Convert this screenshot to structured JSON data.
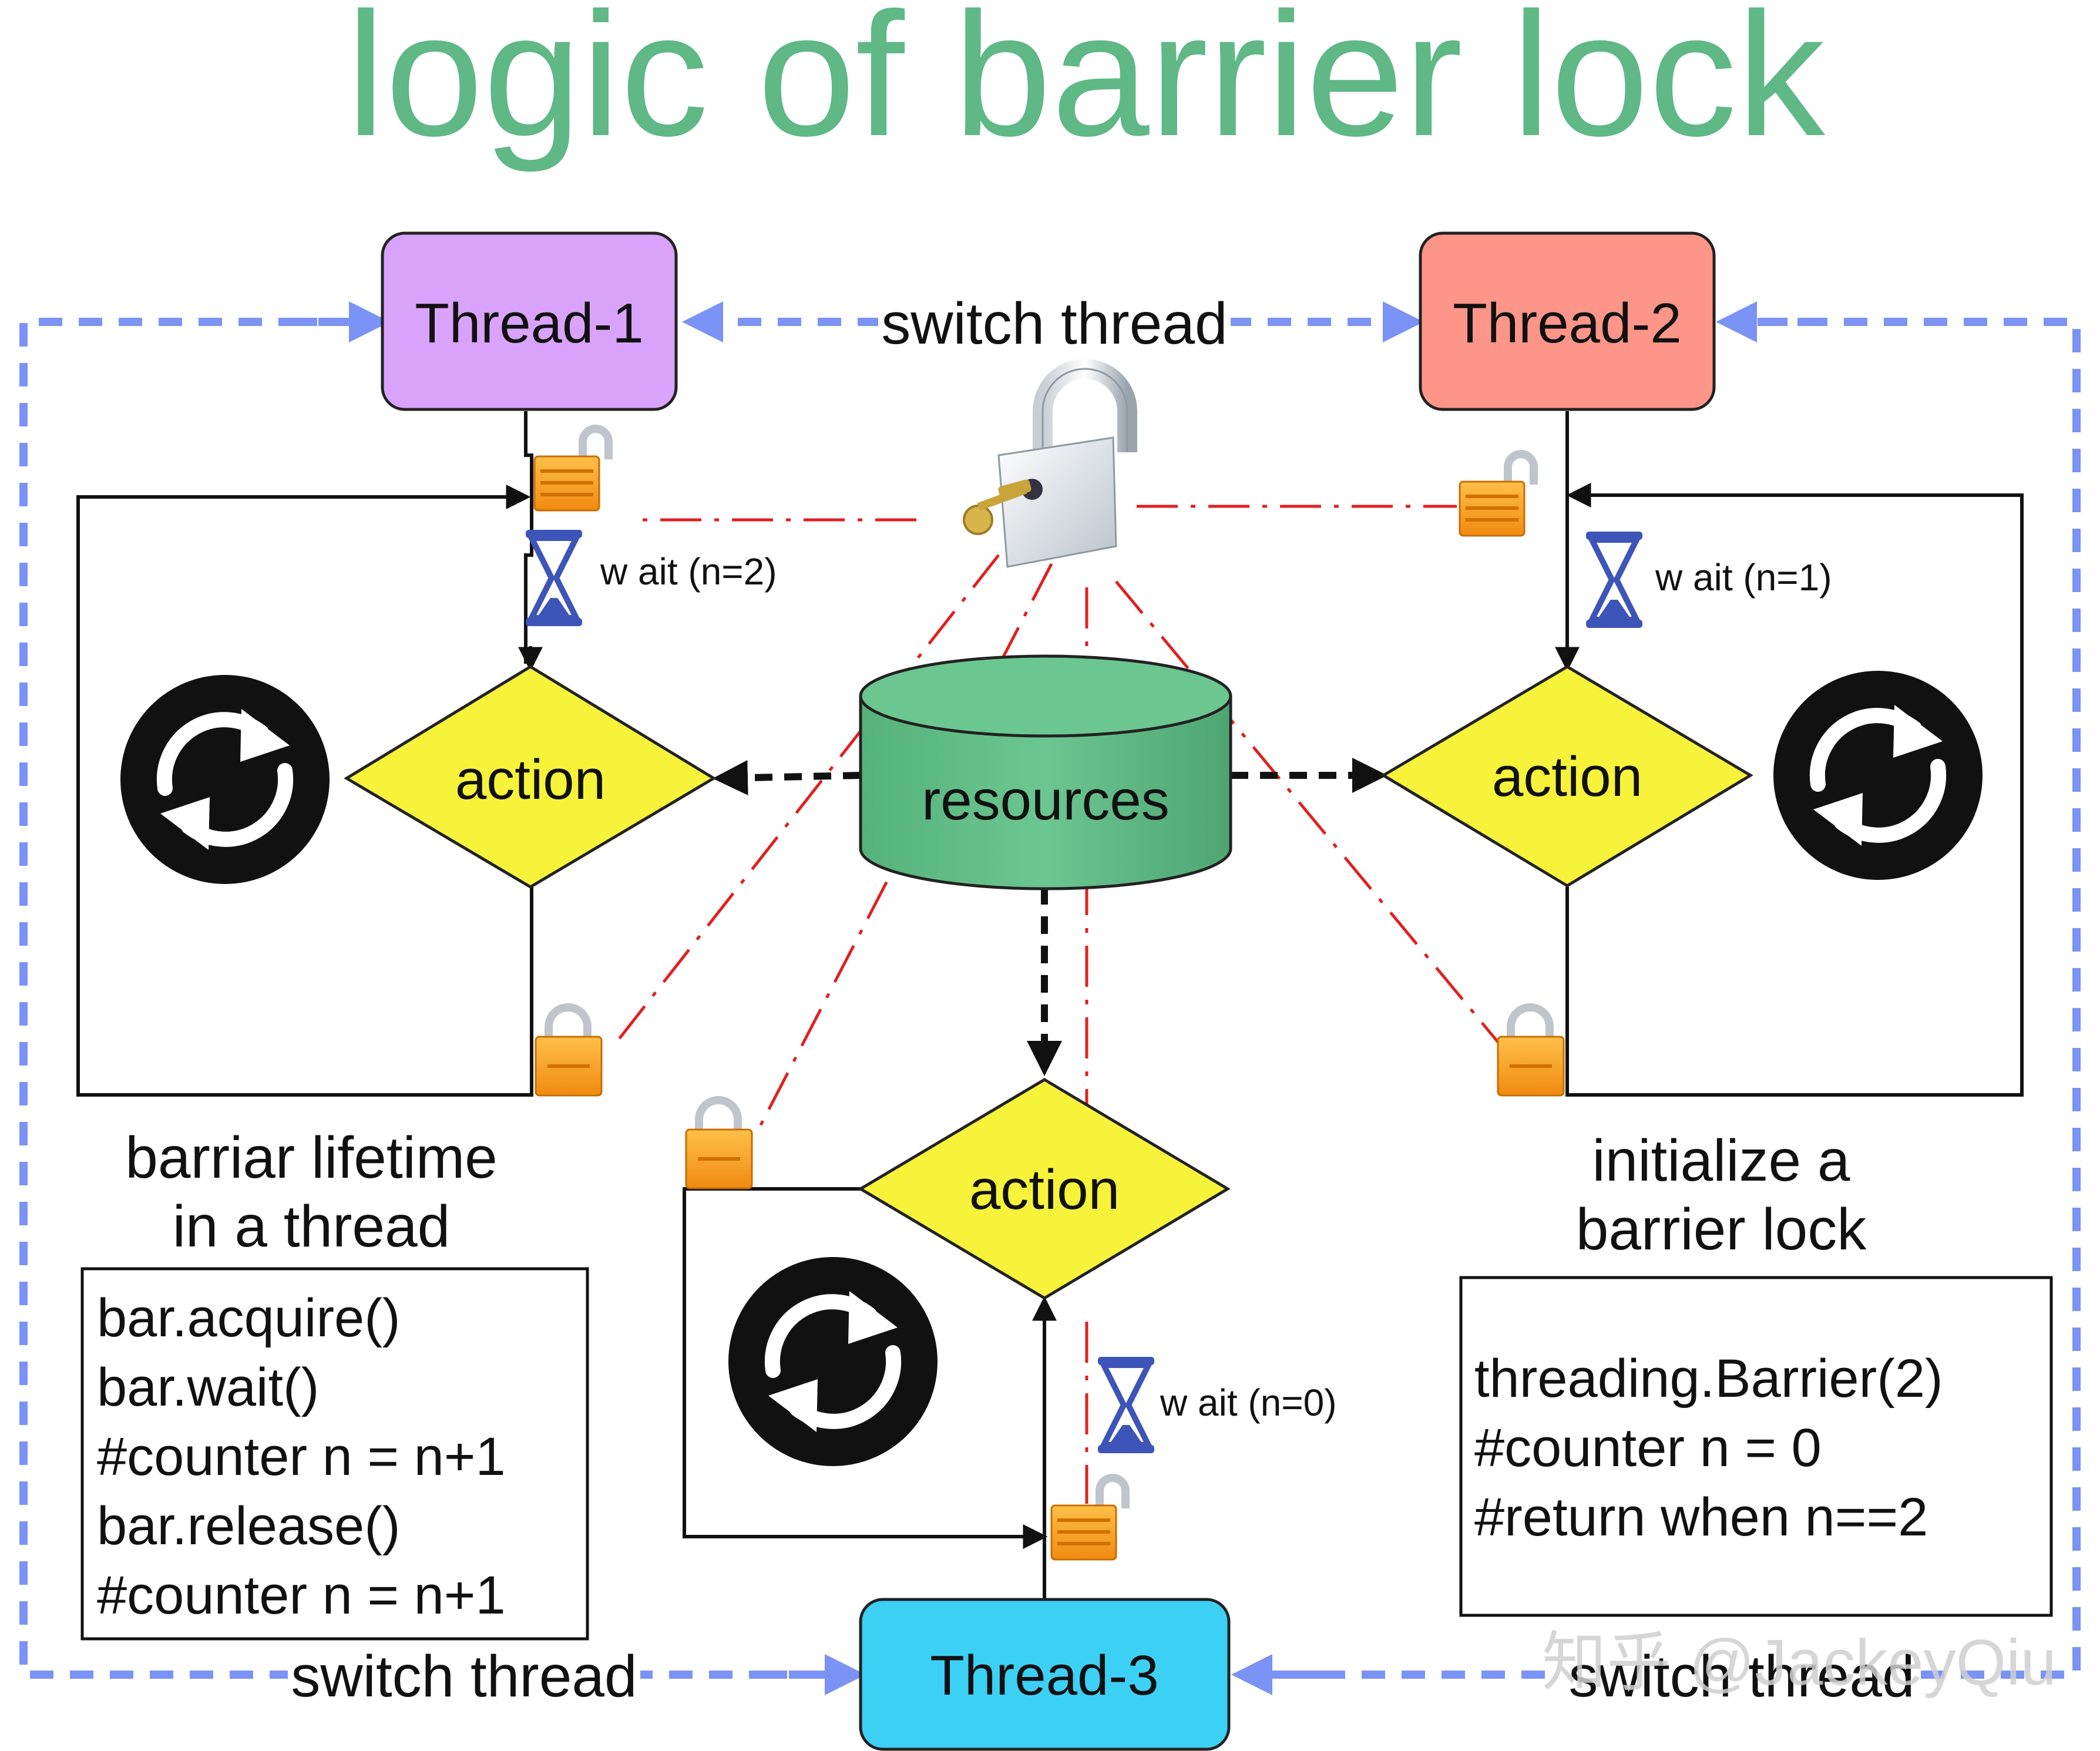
{
  "title": "logic of  barrier lock",
  "threads": {
    "t1": {
      "label": "Thread-1",
      "color": "#d9a3fb"
    },
    "t2": {
      "label": "Thread-2",
      "color": "#fd9589"
    },
    "t3": {
      "label": "Thread-3",
      "color": "#3cd0f5"
    }
  },
  "resources": {
    "label": "resources",
    "color": "#5fbd84"
  },
  "action": {
    "label": "action",
    "color": "#f7f33b"
  },
  "switch_label": "switch thread",
  "waits": {
    "t1": "w ait (n=2)",
    "t2": "w ait (n=1)",
    "t3": "w ait (n=0)"
  },
  "left_note": {
    "title1": "barriar lifetime",
    "title2": "in a thread"
  },
  "left_code": [
    "bar.acquire()",
    "bar.wait()",
    "#counter n = n+1",
    "bar.release()",
    "#counter n = n+1"
  ],
  "right_note": {
    "title1": "initialize a",
    "title2": "barrier lock"
  },
  "right_code": [
    "threading.Barrier(2)",
    "#counter n = 0",
    "#return when n==2"
  ],
  "watermark": "知乎 @JackeyQiu",
  "colors": {
    "dashed_blue": "#7b93f4",
    "red_dash": "#e02020",
    "lock_orange": "#f8a21a",
    "title_green": "#5fb886"
  }
}
